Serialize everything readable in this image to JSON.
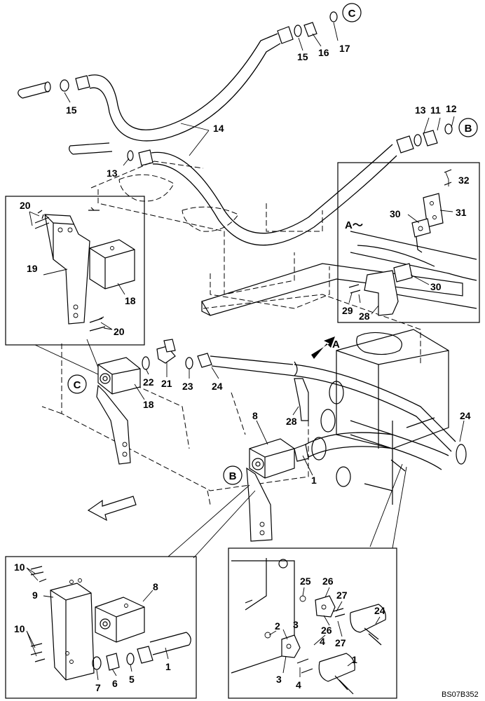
{
  "diagram": {
    "drawing_code": "BS07B352",
    "view_label": "A～",
    "arrow_label": "A",
    "callouts": [
      "1",
      "2",
      "3",
      "4",
      "5",
      "6",
      "7",
      "8",
      "9",
      "10",
      "11",
      "12",
      "13",
      "14",
      "15",
      "16",
      "17",
      "18",
      "19",
      "20",
      "21",
      "22",
      "23",
      "24",
      "25",
      "26",
      "27",
      "28",
      "29",
      "30",
      "31",
      "32"
    ],
    "reference_markers": [
      "B",
      "C"
    ]
  }
}
